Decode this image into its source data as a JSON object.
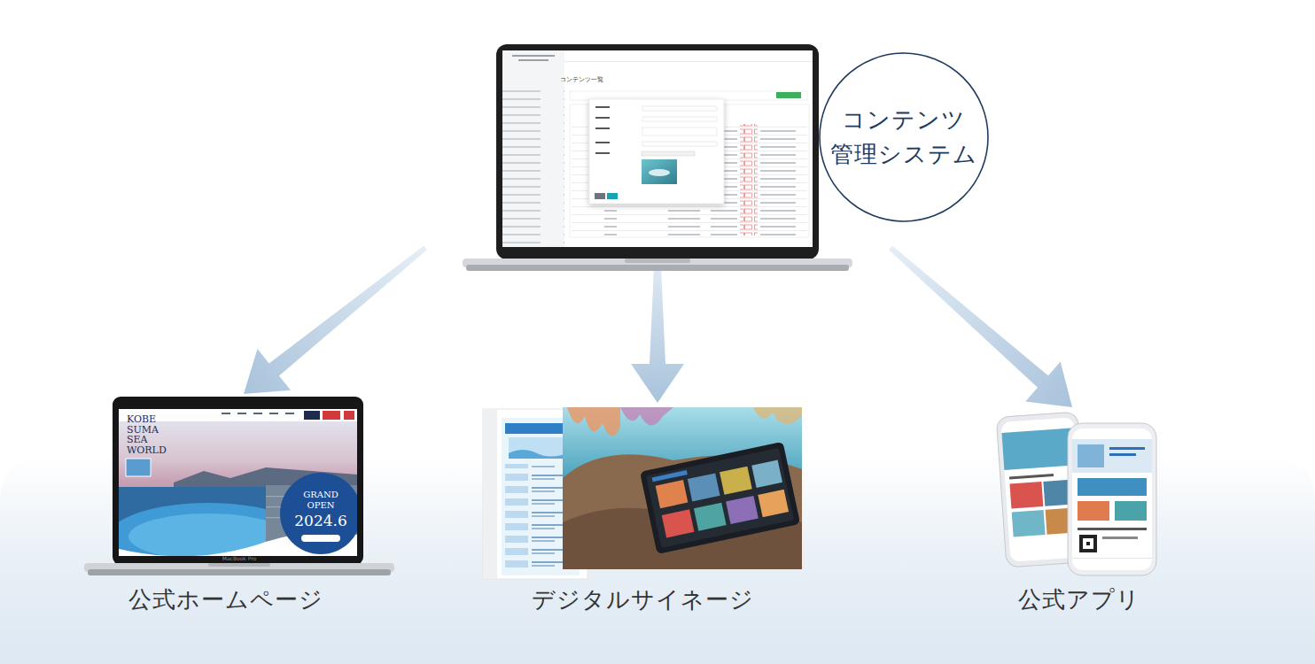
{
  "diagram": {
    "nodes": [
      {
        "text": [
          "コンテンツ 管理システム"
        ]
      },
      {
        "text": [
          "公式ホームページ"
        ]
      },
      {
        "text": [
          "デジタルサイネージ"
        ]
      },
      {
        "text": [
          "公式アプリ"
        ]
      }
    ],
    "edges": [
      {
        "from": 0,
        "to": 1,
        "arrow": "to"
      },
      {
        "from": 0,
        "to": 2,
        "arrow": "to"
      },
      {
        "from": 0,
        "to": 3,
        "arrow": "to"
      }
    ],
    "labels": [
      "コンテンツ一覧",
      "KOBE SUMA SEA WORLD",
      "GRAND OPEN",
      "2024.6",
      "MacBook Pro"
    ]
  }
}
